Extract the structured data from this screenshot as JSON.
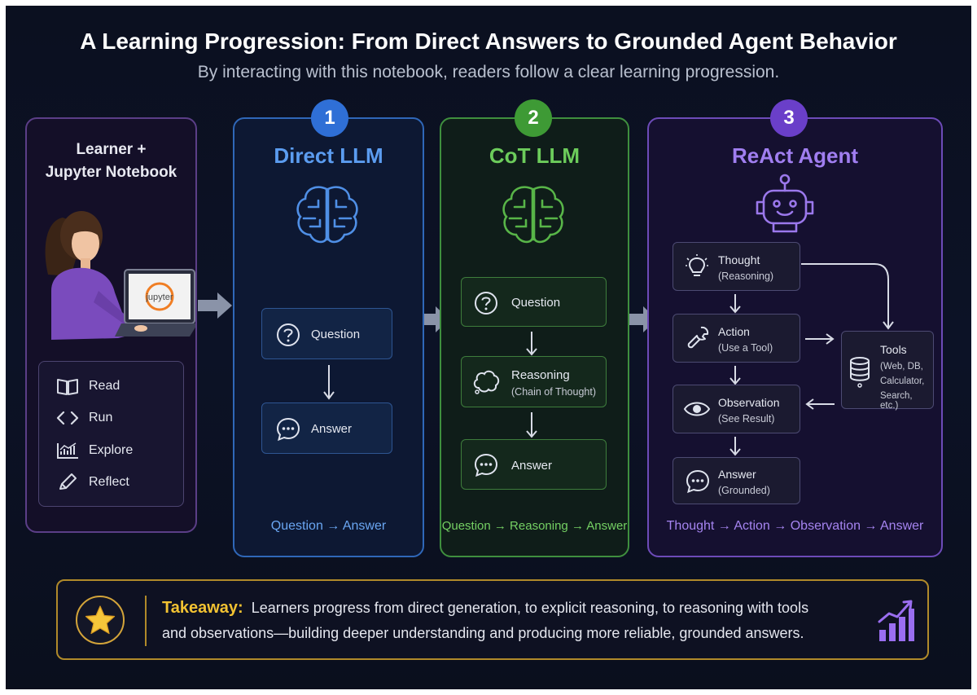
{
  "header": {
    "title": "A Learning Progression: From Direct Answers to Grounded Agent Behavior",
    "subtitle": "By interacting with this notebook, readers follow a clear learning progression."
  },
  "learner_panel": {
    "title_line1": "Learner +",
    "title_line2": "Jupyter Notebook",
    "laptop_logo": "jupyter",
    "menu": [
      {
        "label": "Read",
        "icon": "book-icon"
      },
      {
        "label": "Run",
        "icon": "code-icon"
      },
      {
        "label": "Explore",
        "icon": "chart-icon"
      },
      {
        "label": "Reflect",
        "icon": "pencil-icon"
      }
    ]
  },
  "stages": [
    {
      "number": "1",
      "title": "Direct LLM",
      "color": "#5b9cf0",
      "badge_color": "#2f6fd6",
      "icon": "brain-icon",
      "nodes": [
        {
          "label": "Question",
          "icon": "question-icon"
        },
        {
          "label": "Answer",
          "icon": "chat-icon"
        }
      ],
      "flow": "Question → Answer"
    },
    {
      "number": "2",
      "title": "CoT LLM",
      "color": "#6ccc5b",
      "badge_color": "#3e9a35",
      "icon": "brain-icon",
      "nodes": [
        {
          "label": "Question",
          "icon": "question-icon"
        },
        {
          "label": "Reasoning",
          "sub": "(Chain of Thought)",
          "icon": "thought-cloud-icon"
        },
        {
          "label": "Answer",
          "icon": "chat-icon"
        }
      ],
      "flow": "Question → Reasoning → Answer"
    },
    {
      "number": "3",
      "title": "ReAct Agent",
      "color": "#a07ef0",
      "badge_color": "#6a3fc9",
      "icon": "robot-icon",
      "nodes": [
        {
          "label": "Thought",
          "sub": "(Reasoning)",
          "icon": "lightbulb-icon"
        },
        {
          "label": "Action",
          "sub": "(Use a Tool)",
          "icon": "wrench-icon"
        },
        {
          "label": "Observation",
          "sub": "(See Result)",
          "icon": "eye-icon"
        },
        {
          "label": "Answer",
          "sub": "(Grounded)",
          "icon": "chat-icon"
        }
      ],
      "tools": {
        "label": "Tools",
        "lines": [
          "(Web, DB,",
          "Calculator,",
          "Search, etc.)"
        ],
        "icon": "database-icon"
      },
      "flow": "Thought → Action → Observation → Answer"
    }
  ],
  "takeaway": {
    "label": "Takeaway:",
    "line1": "Learners progress from direct generation, to explicit reasoning, to reasoning with tools",
    "line2": "and observations—building deeper understanding and producing more reliable, grounded answers.",
    "label_color": "#f2c232",
    "icon": "star-icon",
    "trend_icon": "growth-chart-icon"
  }
}
